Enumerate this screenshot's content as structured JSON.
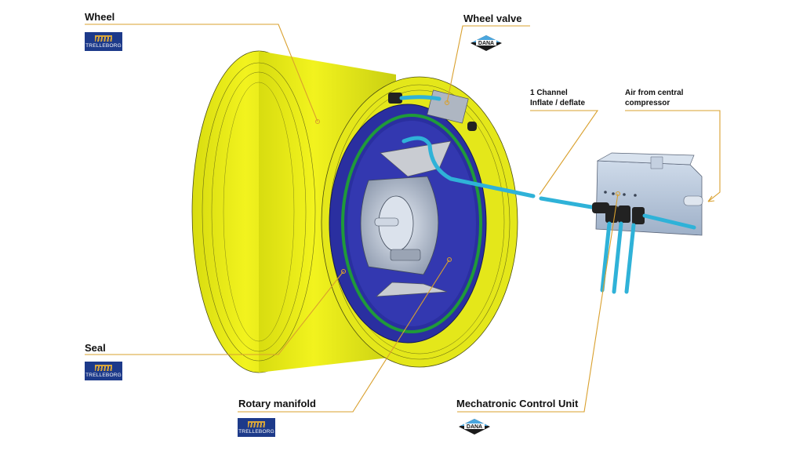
{
  "diagram": {
    "title": "Central tire inflation system – exploded wheel assembly",
    "accent_line_color": "#d9a02e",
    "callouts": [
      {
        "id": "wheel",
        "label": "Wheel",
        "supplier": "TRELLEBORG"
      },
      {
        "id": "wheel-valve",
        "label": "Wheel valve",
        "supplier": "DANA"
      },
      {
        "id": "channel",
        "label_line1": "1 Channel",
        "label_line2": "Inflate / deflate"
      },
      {
        "id": "air-source",
        "label_line1": "Air from central",
        "label_line2": "compressor"
      },
      {
        "id": "seal",
        "label": "Seal",
        "supplier": "TRELLEBORG"
      },
      {
        "id": "rotary-manifold",
        "label": "Rotary manifold",
        "supplier": "TRELLEBORG"
      },
      {
        "id": "mcu",
        "label": "Mechatronic Control Unit",
        "supplier": "DANA"
      }
    ],
    "logos": {
      "trelleborg": "TRELLEBORG",
      "dana": "DANA"
    },
    "colors": {
      "rim": "#e8ea1c",
      "hub_plate": "#2a2fa0",
      "seal_ring": "#1f9a3a",
      "hose": "#2fb2d8",
      "control_unit": "#b9c8dc",
      "connector": "#222222"
    }
  }
}
